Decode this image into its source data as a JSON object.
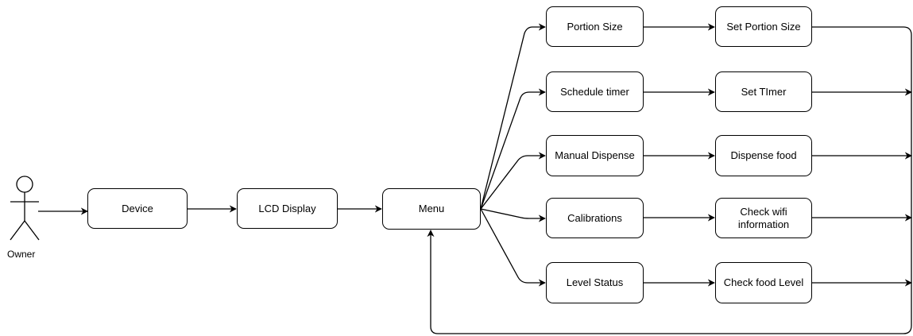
{
  "actor": {
    "label": "Owner"
  },
  "nodes": {
    "device": "Device",
    "lcd_display": "LCD Display",
    "menu": "Menu",
    "portion_size": "Portion Size",
    "schedule_timer": "Schedule timer",
    "manual_dispense": "Manual Dispense",
    "calibrations": "Calibrations",
    "level_status": "Level Status",
    "set_portion_size": "Set Portion Size",
    "set_timer": "Set TImer",
    "dispense_food": "Dispense food",
    "check_wifi": "Check wifi information",
    "check_food_level": "Check food Level"
  },
  "colors": {
    "stroke": "#000000",
    "fill": "#ffffff"
  }
}
